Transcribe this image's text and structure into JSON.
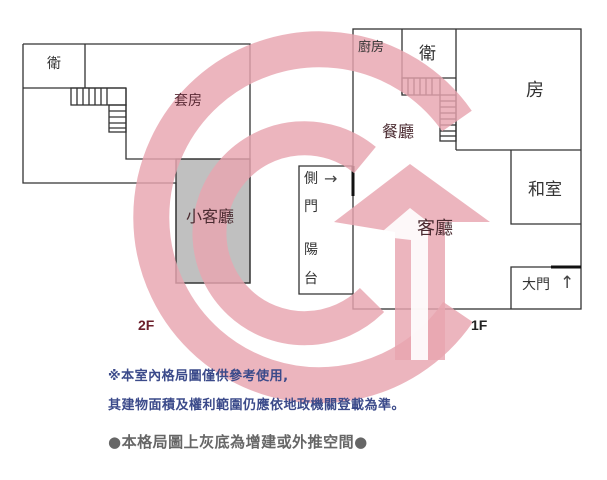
{
  "floor_2f": {
    "label": "2F",
    "rooms": {
      "bath": "衛",
      "suite": "套房",
      "small_living": "小客廳"
    }
  },
  "floor_1f": {
    "label": "1F",
    "rooms": {
      "kitchen": "廚房",
      "bath": "衛",
      "bedroom": "房",
      "dining": "餐廳",
      "japanese_room": "和室",
      "living": "客廳",
      "side_door_1": "側",
      "side_door_2": "門",
      "balcony_1": "陽",
      "balcony_2": "台",
      "main_door": "大門"
    },
    "arrows": {
      "side_door_arrow": "→",
      "main_door_arrow": "↑"
    }
  },
  "notes": {
    "line1": "※本室內格局圖僅供參考使用,",
    "line2": "其建物面積及權利範圍仍應依地政機關登載為準。",
    "line3": "●本格局圖上灰底為增建或外推空間●"
  },
  "colors": {
    "wall": "#333333",
    "gray_area": "#c0c0c0",
    "watermark": "#e8a5b0",
    "note_text": "#3b4a8a",
    "note3_text": "#666666"
  }
}
